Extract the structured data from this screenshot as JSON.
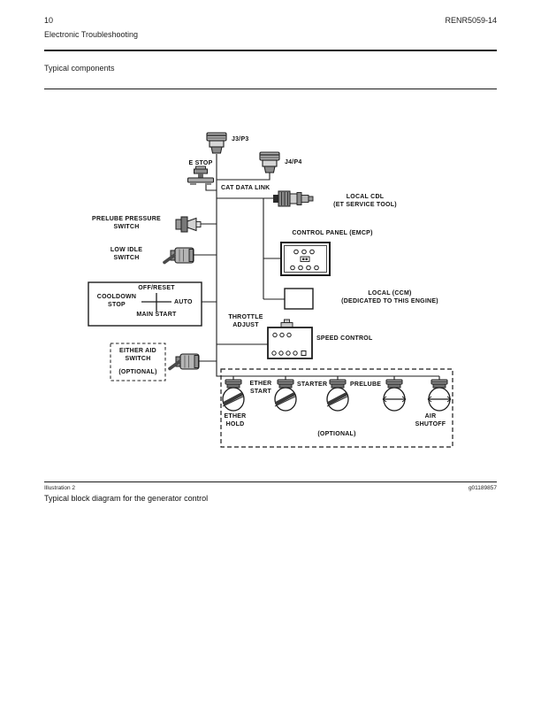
{
  "page": {
    "page_number": "10",
    "doc_title": "Electronic Troubleshooting",
    "doc_code": "RENR5059-14",
    "section_title": "Typical components"
  },
  "diagram": {
    "labels": {
      "j3p3": "J3/P3",
      "j4p4": "J4/P4",
      "e_stop": "E STOP",
      "cat_data_link": "CAT DATA LINK",
      "local_cdl": {
        "l1": "LOCAL CDL",
        "l2": "(ET SERVICE TOOL)"
      },
      "prelube_pressure": {
        "l1": "PRELUBE PRESSURE",
        "l2": "SWITCH"
      },
      "low_idle": {
        "l1": "LOW IDLE",
        "l2": "SWITCH"
      },
      "control_panel": "CONTROL PANEL (EMCP)",
      "selector": {
        "top": "OFF/RESET",
        "left": {
          "l1": "COOLDOWN",
          "l2": "STOP"
        },
        "right": "AUTO",
        "bottom": "MAIN START"
      },
      "local_ccm": {
        "l1": "LOCAL (CCM)",
        "l2": "(DEDICATED TO THIS ENGINE)"
      },
      "throttle": {
        "l1": "THROTTLE",
        "l2": "ADJUST"
      },
      "speed_control": "SPEED CONTROL",
      "ether_aid": {
        "l1": "EITHER AID",
        "l2": "SWITCH",
        "l3": "(OPTIONAL)"
      },
      "sol_ether_start": {
        "l1": "ETHER",
        "l2": "START"
      },
      "sol_starter": "STARTER",
      "sol_prelube": "PRELUBE",
      "sol_ether_hold": {
        "l1": "ETHER",
        "l2": "HOLD"
      },
      "sol_air_shutoff": {
        "l1": "AIR",
        "l2": "SHUTOFF"
      },
      "optional_group": "(OPTIONAL)"
    }
  },
  "footer": {
    "illustration_label": "Illustration 2",
    "figure_code": "g01189857",
    "caption": "Typical block diagram for the generator control"
  },
  "colors": {
    "ink": "#1c1c1c",
    "icon_gray": "#b0b0b0",
    "icon_dark": "#555555"
  }
}
